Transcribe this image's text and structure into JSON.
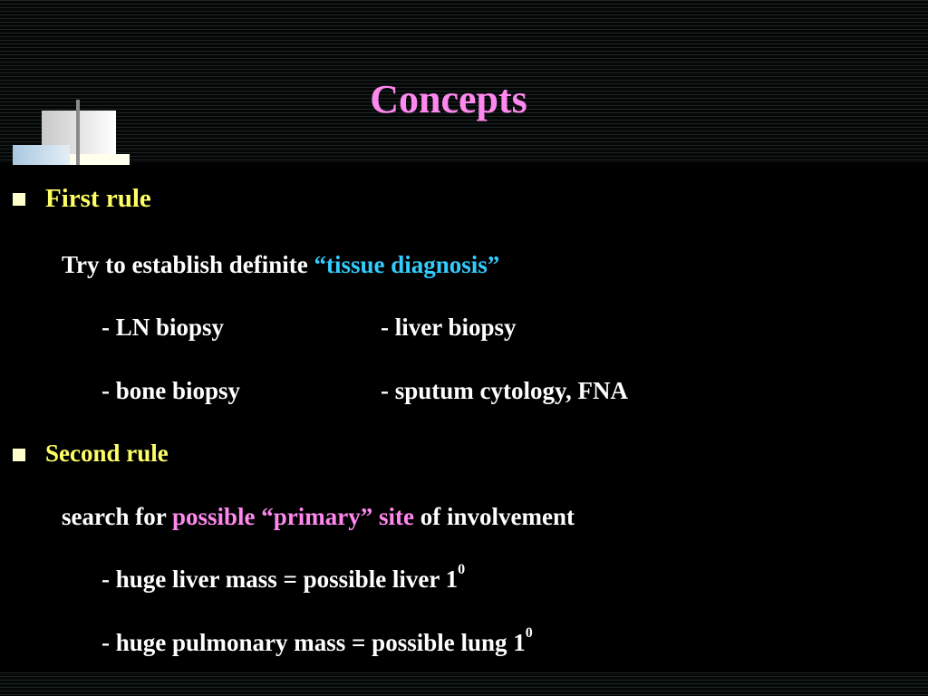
{
  "slide": {
    "title": "Concepts",
    "first_rule": {
      "heading": "First rule",
      "intro_plain": "Try to establish definite ",
      "intro_highlight": "“tissue diagnosis”",
      "items": [
        "LN biopsy",
        "liver biopsy",
        "bone biopsy",
        "sputum cytology, FNA"
      ]
    },
    "second_rule": {
      "heading": "Second rule",
      "intro_plain_1": "search for ",
      "intro_highlight": "possible “primary” site",
      "intro_plain_2": " of involvement",
      "items": [
        {
          "text": "huge liver mass = possible liver 1",
          "sup": "0"
        },
        {
          "text": "huge pulmonary mass = possible lung 1",
          "sup": "0"
        }
      ]
    },
    "dash": "-"
  },
  "colors": {
    "title": "#ff88ee",
    "heading": "#ffff66",
    "highlight_cyan": "#33ccff",
    "highlight_pink": "#ff88ee",
    "body_text": "#ffffff",
    "background": "#000000"
  }
}
